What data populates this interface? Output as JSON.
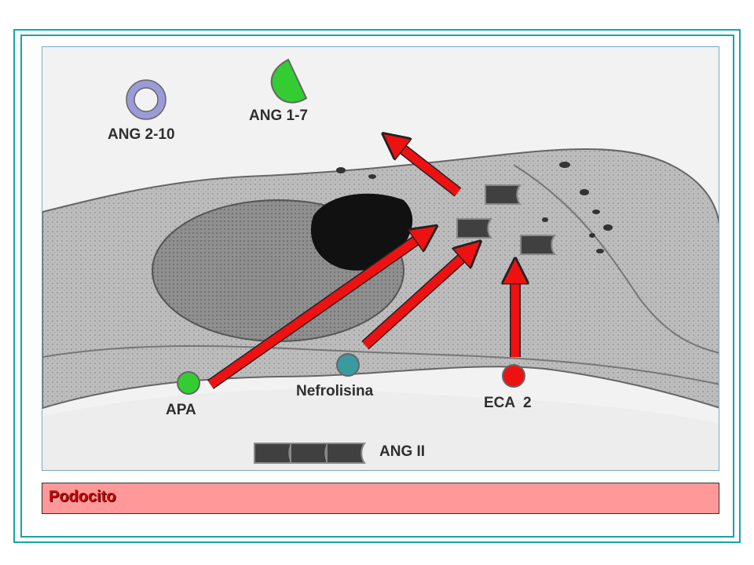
{
  "labels": {
    "ang_2_10": "ANG 2-10",
    "ang_1_7": "ANG 1-7",
    "apa": "APA",
    "nefrolisina": "Nefrolisina",
    "eca2": "ECA  2",
    "ang_ii": "ANG II"
  },
  "podocito": "Podocito",
  "colors": {
    "frame": "#16a6a6",
    "arrow": "#ee1111",
    "apa": "#33cc33",
    "nefrolisina": "#3a9aa0",
    "eca2": "#ee1111",
    "ang_2_10": "#9b9bd8",
    "ang_1_7": "#33cc33",
    "peptide": "#404040",
    "podocito_bar": "#ff9999",
    "podocito_text": "#cc0000"
  }
}
